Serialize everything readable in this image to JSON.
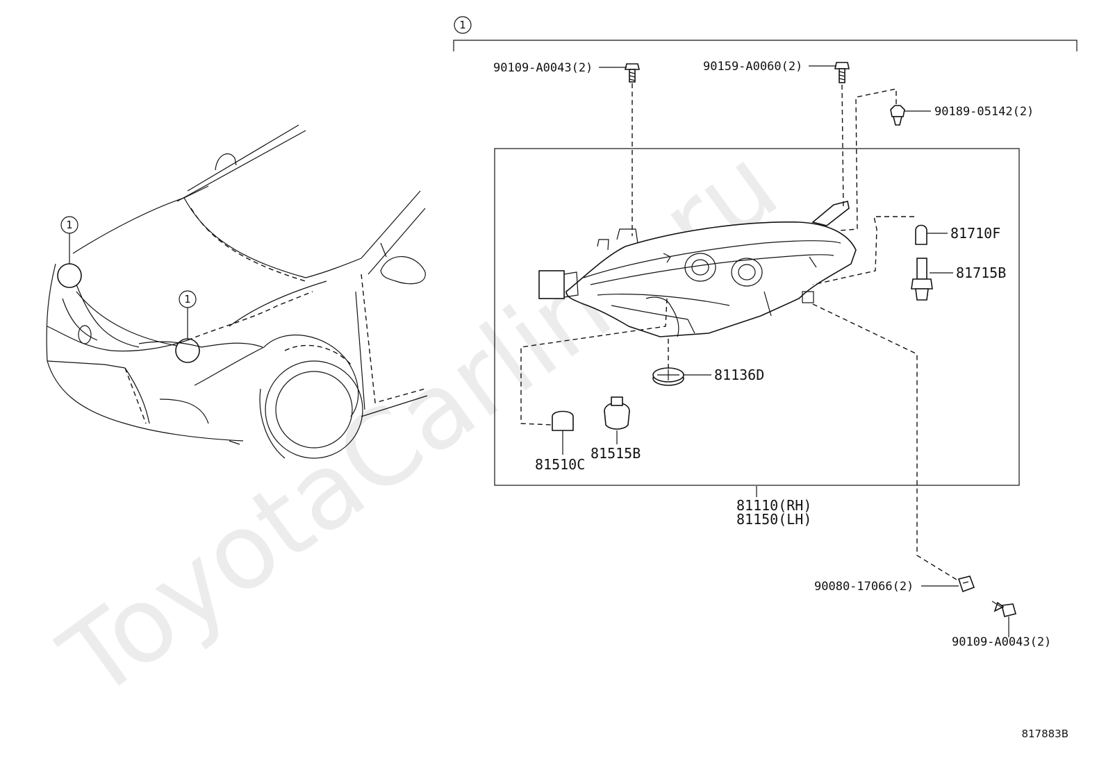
{
  "watermark": "ToyotaCarline.ru",
  "diagram_id": "817883B",
  "group_marker": "1",
  "car_markers": [
    "1",
    "1"
  ],
  "parts": {
    "bolt_top_left": "90109-A0043(2)",
    "bolt_top_mid": "90159-A0060(2)",
    "clip_top_right": "90189-05142(2)",
    "bulb_right": "81710F",
    "socket_right": "81715B",
    "cover": "81136D",
    "bulb_left": "81510C",
    "socket_left": "81515B",
    "assembly_rh": "81110(RH)",
    "assembly_lh": "81150(LH)",
    "nut_bottom": "90080-17066(2)",
    "bolt_bottom": "90109-A0043(2)"
  }
}
